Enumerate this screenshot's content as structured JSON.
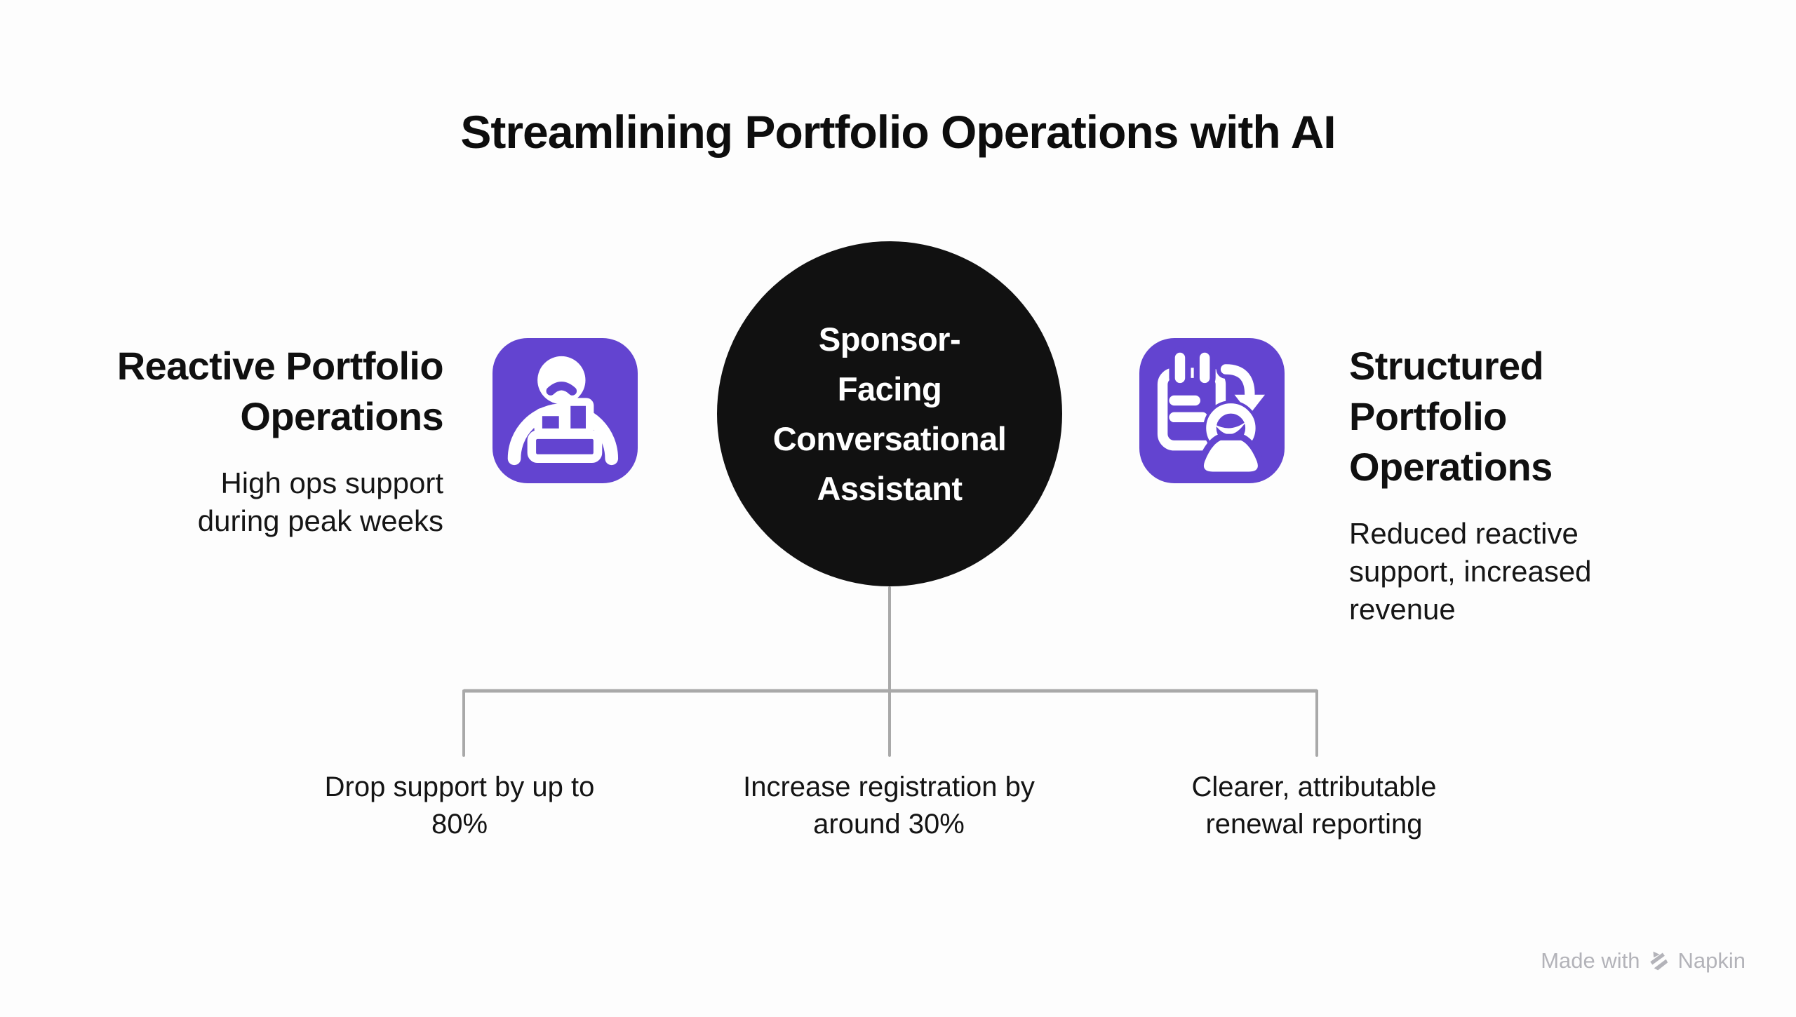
{
  "colors": {
    "background": "#FDFDFD",
    "accent_purple": "#6344D0",
    "node_black": "#111111",
    "text_black": "#141414",
    "connector_gray": "#A9A9A9",
    "watermark_gray": "#B3B3B9"
  },
  "title": "Streamlining Portfolio Operations with AI",
  "left_item": {
    "heading": "Reactive Portfolio Operations",
    "heading_lines": [
      "Reactive Portfolio",
      "Operations"
    ],
    "description": "High ops support during peak weeks",
    "description_lines": [
      "High ops support",
      "during peak weeks"
    ],
    "icon": "stressed-person-with-boxes-icon"
  },
  "center_node": {
    "label": "Sponsor-Facing Conversational Assistant",
    "label_lines": [
      "Sponsor-",
      "Facing",
      "Conversational",
      "Assistant"
    ]
  },
  "right_item": {
    "heading": "Structured Portfolio Operations",
    "heading_lines": [
      "Structured",
      "Portfolio",
      "Operations"
    ],
    "description": "Reduced reactive support, increased revenue",
    "description_lines": [
      "Reduced reactive",
      "support, increased",
      "revenue"
    ],
    "icon": "checklist-with-arrow-and-person-icon"
  },
  "outcomes": [
    {
      "label": "Drop support by up to 80%",
      "lines": [
        "Drop support by up to",
        "80%"
      ]
    },
    {
      "label": "Increase registration by around 30%",
      "lines": [
        "Increase registration by",
        "around 30%"
      ]
    },
    {
      "label": "Clearer, attributable renewal reporting",
      "lines": [
        "Clearer, attributable",
        "renewal reporting"
      ]
    }
  ],
  "watermark": {
    "made_with": "Made with",
    "brand": "Napkin"
  }
}
